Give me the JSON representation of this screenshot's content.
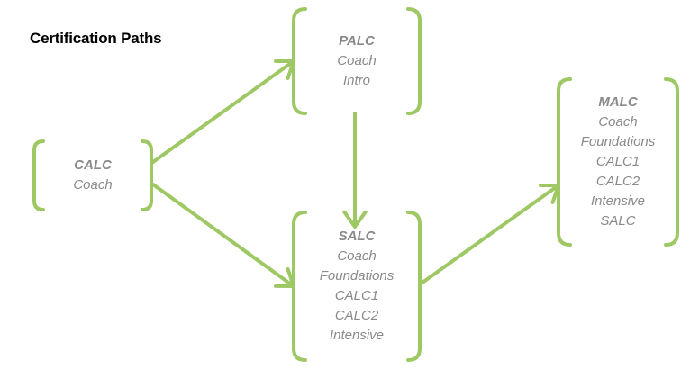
{
  "title": "Certification Paths",
  "colors": {
    "accent": "#9dc863",
    "text": "#8a8a8a",
    "title": "#000000"
  },
  "nodes": {
    "calc": {
      "title": "CALC",
      "lines": [
        "Coach"
      ]
    },
    "palc": {
      "title": "PALC",
      "lines": [
        "Coach",
        "Intro"
      ]
    },
    "salc": {
      "title": "SALC",
      "lines": [
        "Coach",
        "Foundations",
        "CALC1",
        "CALC2",
        "Intensive"
      ]
    },
    "malc": {
      "title": "MALC",
      "lines": [
        "Coach",
        "Foundations",
        "CALC1",
        "CALC2",
        "Intensive",
        "SALC"
      ]
    }
  },
  "edges": [
    {
      "from": "calc",
      "to": "palc"
    },
    {
      "from": "calc",
      "to": "salc"
    },
    {
      "from": "palc",
      "to": "salc"
    },
    {
      "from": "salc",
      "to": "malc"
    }
  ]
}
